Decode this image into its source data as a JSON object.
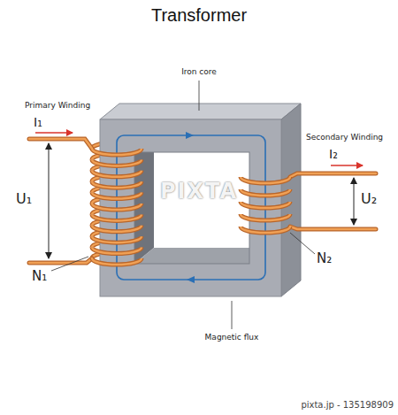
{
  "diagram": {
    "title": "Transformer",
    "labels": [
      "Iron core",
      "Primary Winding",
      "I₁",
      "U₁",
      "N₁",
      "Secondary Winding",
      "I₂",
      "U₂",
      "N₂",
      "Magnetic flux",
      "PIXTA",
      "pixta.jp - 135198909"
    ]
  }
}
